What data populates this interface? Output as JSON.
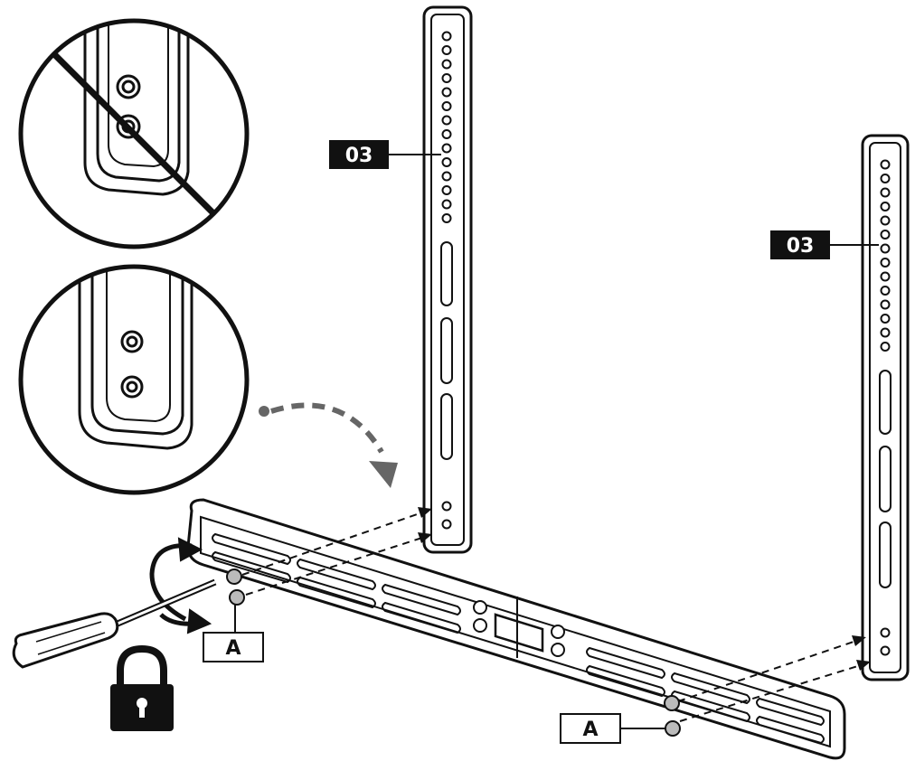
{
  "diagram": {
    "callouts": {
      "bracket_left": "03",
      "bracket_right": "03",
      "screw_left": "A",
      "screw_right": "A"
    }
  }
}
